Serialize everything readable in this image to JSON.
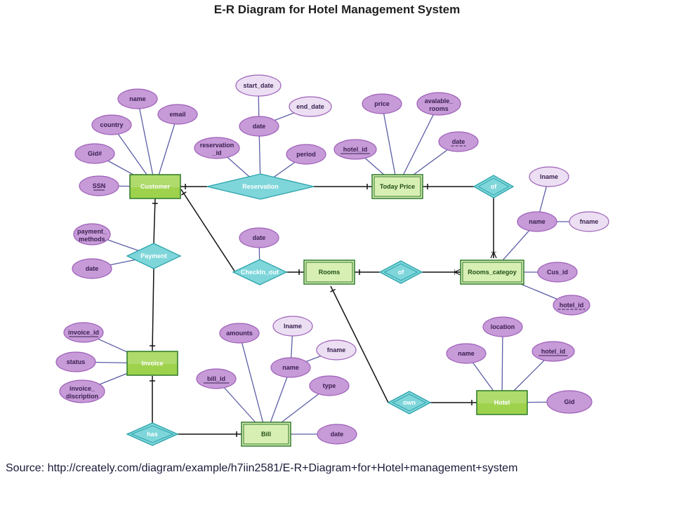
{
  "title": "E-R Diagram for Hotel Management System",
  "source": "Source: http://creately.com/diagram/example/h7iin2581/E-R+Diagram+for+Hotel+management+system",
  "colors": {
    "entity_fill": "#9ed24c",
    "entity_border": "#2f7a2a",
    "weak_entity_fill": "#d8efb4",
    "relationship_fill": "#7fd6da",
    "relationship_border": "#2aa3ab",
    "attribute_fill": "#c79ad8",
    "attribute_border": "#9d5fb8",
    "attribute_light_fill": "#ecdff3",
    "attribute_line": "#5b5ea6",
    "relation_line": "#111111"
  },
  "entities": [
    {
      "id": "customer",
      "label": "Customer",
      "weak": false
    },
    {
      "id": "today_price",
      "label": "Today Price",
      "weak": true
    },
    {
      "id": "rooms",
      "label": "Rooms",
      "weak": true
    },
    {
      "id": "rooms_category",
      "label": "Rooms_categoy",
      "weak": true
    },
    {
      "id": "invoice",
      "label": "Invoice",
      "weak": false
    },
    {
      "id": "bill",
      "label": "Bill",
      "weak": true
    },
    {
      "id": "hotel",
      "label": "Hotel",
      "weak": false
    }
  ],
  "relationships": [
    {
      "id": "reservation",
      "label": "Reservation",
      "weak": false
    },
    {
      "id": "of_price",
      "label": "of",
      "weak": true
    },
    {
      "id": "payment",
      "label": "Payment",
      "weak": false
    },
    {
      "id": "checkin",
      "label": "CheckIn_out",
      "weak": false
    },
    {
      "id": "of_rooms",
      "label": "of",
      "weak": true
    },
    {
      "id": "has",
      "label": "has",
      "weak": true
    },
    {
      "id": "own",
      "label": "own",
      "weak": true
    }
  ],
  "attributes": [
    {
      "id": "name_c",
      "label": "name",
      "owner": "customer"
    },
    {
      "id": "email",
      "label": "email",
      "owner": "customer"
    },
    {
      "id": "country",
      "label": "country",
      "owner": "customer"
    },
    {
      "id": "gid_c",
      "label": "Gid#",
      "owner": "customer"
    },
    {
      "id": "ssn",
      "label": "SSN",
      "owner": "customer",
      "key": true
    },
    {
      "id": "start_date",
      "label": "start_date",
      "owner": "date_r",
      "light": true
    },
    {
      "id": "end_date",
      "label": "end_date",
      "owner": "date_r",
      "light": true
    },
    {
      "id": "date_r",
      "label": "date",
      "owner": "reservation"
    },
    {
      "id": "reservation_id",
      "label": "reservation_id",
      "owner": "reservation"
    },
    {
      "id": "period",
      "label": "period",
      "owner": "reservation"
    },
    {
      "id": "price",
      "label": "price",
      "owner": "today_price"
    },
    {
      "id": "avalable_rooms",
      "label": "avalable_rooms",
      "owner": "today_price"
    },
    {
      "id": "hotel_id_p",
      "label": "hotel_id",
      "owner": "today_price",
      "key": true
    },
    {
      "id": "date_p",
      "label": "date",
      "owner": "today_price",
      "partial_key": true
    },
    {
      "id": "lname_rc",
      "label": "lname",
      "owner": "name_rc",
      "light": true
    },
    {
      "id": "name_rc",
      "label": "name",
      "owner": "rooms_category"
    },
    {
      "id": "fname_rc",
      "label": "fname",
      "owner": "name_rc",
      "light": true
    },
    {
      "id": "cus_id",
      "label": "Cus_id",
      "owner": "rooms_category"
    },
    {
      "id": "hotel_id_rc",
      "label": "hotel_id",
      "owner": "rooms_category",
      "partial_key": true
    },
    {
      "id": "date_ci",
      "label": "date",
      "owner": "checkin"
    },
    {
      "id": "payment_methods",
      "label": "payment_methods",
      "owner": "payment"
    },
    {
      "id": "date_pay",
      "label": "date",
      "owner": "payment"
    },
    {
      "id": "invoice_id",
      "label": "invoice_id",
      "owner": "invoice",
      "key": true
    },
    {
      "id": "status",
      "label": "status",
      "owner": "invoice"
    },
    {
      "id": "invoice_discription",
      "label": "invoice_discription",
      "owner": "invoice"
    },
    {
      "id": "amounts",
      "label": "amounts",
      "owner": "bill"
    },
    {
      "id": "lname_b",
      "label": "lname",
      "owner": "name_b",
      "light": true
    },
    {
      "id": "fname_b",
      "label": "fname",
      "owner": "name_b",
      "light": true
    },
    {
      "id": "name_b",
      "label": "name",
      "owner": "bill"
    },
    {
      "id": "bill_id",
      "label": "bill_id",
      "owner": "bill",
      "key": true
    },
    {
      "id": "type",
      "label": "type",
      "owner": "bill"
    },
    {
      "id": "date_b",
      "label": "date",
      "owner": "bill"
    },
    {
      "id": "location",
      "label": "location",
      "owner": "hotel"
    },
    {
      "id": "name_h",
      "label": "name",
      "owner": "hotel"
    },
    {
      "id": "hotel_id_h",
      "label": "hotel_id",
      "owner": "hotel",
      "key": true
    },
    {
      "id": "gid_h",
      "label": "Gid",
      "owner": "hotel"
    }
  ],
  "links": [
    {
      "from": "customer",
      "to": "reservation"
    },
    {
      "from": "reservation",
      "to": "today_price"
    },
    {
      "from": "today_price",
      "to": "of_price"
    },
    {
      "from": "of_price",
      "to": "rooms_category"
    },
    {
      "from": "customer",
      "to": "checkin"
    },
    {
      "from": "checkin",
      "to": "rooms"
    },
    {
      "from": "rooms",
      "to": "of_rooms"
    },
    {
      "from": "of_rooms",
      "to": "rooms_category"
    },
    {
      "from": "customer",
      "to": "payment"
    },
    {
      "from": "payment",
      "to": "invoice"
    },
    {
      "from": "invoice",
      "to": "has"
    },
    {
      "from": "has",
      "to": "bill"
    },
    {
      "from": "rooms",
      "to": "own"
    },
    {
      "from": "own",
      "to": "hotel"
    }
  ]
}
